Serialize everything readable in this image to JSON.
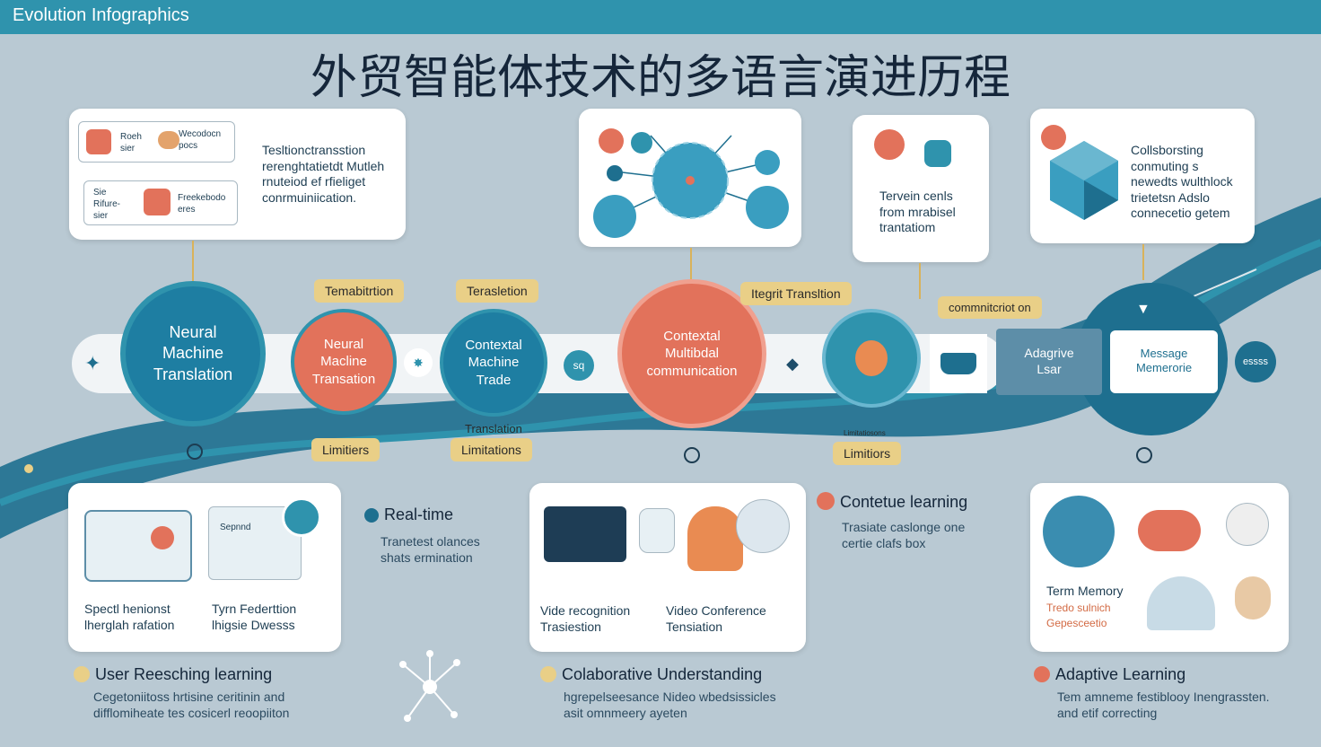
{
  "header": {
    "brand": "Evolution Infographics"
  },
  "title": "外贸智能体技术的多语言演进历程",
  "top_cards": {
    "card1": {
      "lines": [
        "Tesltionctransstion",
        "rerenghtatietdt Mutleh",
        "rnuteiod ef rfieliget",
        "conrmuiniication."
      ],
      "chat_a": [
        "Roeh",
        "sier"
      ],
      "chat_b": [
        "Sie",
        "Rifure-",
        "sier"
      ],
      "side_a": [
        "Wecodocn",
        "pocs"
      ],
      "side_b": [
        "Freekebodo",
        "eres"
      ]
    },
    "card3": {
      "lines": [
        "Tervein cenls",
        "from mrabisel",
        "trantatiom"
      ]
    },
    "card4": {
      "lines": [
        "Collsborsting",
        "conmuting s",
        "newedts wulthlock",
        "trietetsn Adslo",
        "connecetio getem"
      ]
    }
  },
  "timeline": {
    "nmt": [
      "Neural",
      "Machine",
      "Translation"
    ],
    "stage2": [
      "Neural",
      "Macline",
      "Transation"
    ],
    "stage3": [
      "Contextal",
      "Machine",
      "Trade"
    ],
    "stage4": [
      "Contextal",
      "Multibdal",
      "communication"
    ],
    "adaptive_user": [
      "Adagrive",
      "Lsar"
    ],
    "message_memory": [
      "Message",
      "Memerorie"
    ],
    "end_badge": "essss",
    "node_label": "sq"
  },
  "pills": {
    "p1": "Temabitrtion",
    "p2": "Terasletion",
    "p3": "Itegrit Transltion",
    "p4": "commnitcriot on",
    "l1": "Limitiers",
    "l2": "Limitations",
    "l3": "Limitiors",
    "translation_label": "Translation",
    "limit_prefix": "Limitatiosons"
  },
  "bottom": {
    "card1": {
      "left": [
        "Spectl henionst",
        "lherglah rafation"
      ],
      "right": [
        "Tyrn Federttion",
        "lhigsie Dwesss"
      ],
      "badge": "Sepnnd"
    },
    "realtime": {
      "title": "Real-time",
      "lines": [
        "Tranetest olances",
        "shats ermination"
      ]
    },
    "card2": {
      "left": [
        "Vide recognition",
        "Trasiestion"
      ],
      "right": [
        "Video Conference",
        "Tensiation"
      ]
    },
    "contextual": {
      "title": "Contetue learning",
      "lines": [
        "Trasiate caslonge one",
        "certie clafs box"
      ]
    },
    "card3": {
      "title": "Term Memory",
      "sub1": "Tredo sulnich",
      "sub2": "Gepesceetio"
    },
    "sec1": {
      "title": "User Reesching learning",
      "lines": [
        "Cegetoniitoss hrtisine ceritinin and",
        "difflomiheate tes cosicerl reoopiiton"
      ]
    },
    "sec2": {
      "title": "Colaborative Understanding",
      "lines": [
        "hgrepelseesance Nideo wbedsissicles",
        "asit omnmeery ayeten"
      ]
    },
    "sec3": {
      "title": "Adaptive Learning",
      "lines": [
        "Tem amneme festiblooy Inengrassten.",
        "and etif correcting"
      ]
    }
  },
  "colors": {
    "teal_dark": "#1e6f8f",
    "teal": "#2f93ad",
    "coral": "#e2725b",
    "gold": "#e9cf87",
    "background": "#b9c9d3"
  }
}
